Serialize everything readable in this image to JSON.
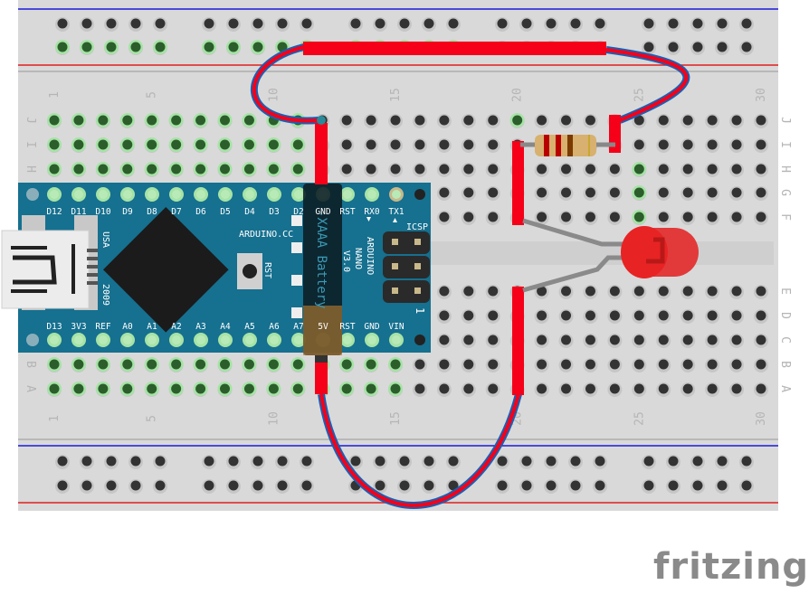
{
  "breadboard": {
    "row_letters_top": [
      "J",
      "I",
      "H",
      "G",
      "F"
    ],
    "row_letters_bottom": [
      "E",
      "D",
      "C",
      "B",
      "A"
    ],
    "column_numbers": [
      "1",
      "5",
      "10",
      "15",
      "20",
      "25",
      "30"
    ],
    "column_number_values": [
      1,
      5,
      10,
      15,
      20,
      25,
      30
    ]
  },
  "arduino": {
    "top_pins": [
      "D12",
      "D11",
      "D10",
      "D9",
      "D8",
      "D7",
      "D6",
      "D5",
      "D4",
      "D3",
      "D2",
      "GND",
      "RST",
      "RX0",
      "TX1"
    ],
    "bottom_pins": [
      "D13",
      "3V3",
      "REF",
      "A0",
      "A1",
      "A2",
      "A3",
      "A4",
      "A5",
      "A6",
      "A7",
      "5V",
      "RST",
      "GND",
      "VIN"
    ],
    "site": "ARDUINO.CC",
    "country": "USA",
    "year": "2009",
    "reset_label": "RST",
    "icsp_label": "ICSP",
    "pin1_label": "1",
    "model_lines": [
      "ARDUINO",
      "NANO",
      "V3.0"
    ],
    "color": "#16708f"
  },
  "battery": {
    "label": "-XAAA Battery"
  },
  "logo": "fritzing",
  "colors": {
    "wire": "#f50018",
    "wire_outline": "#1a5fb4",
    "hole": "#333333",
    "hole_green": "#2b5e2b"
  }
}
